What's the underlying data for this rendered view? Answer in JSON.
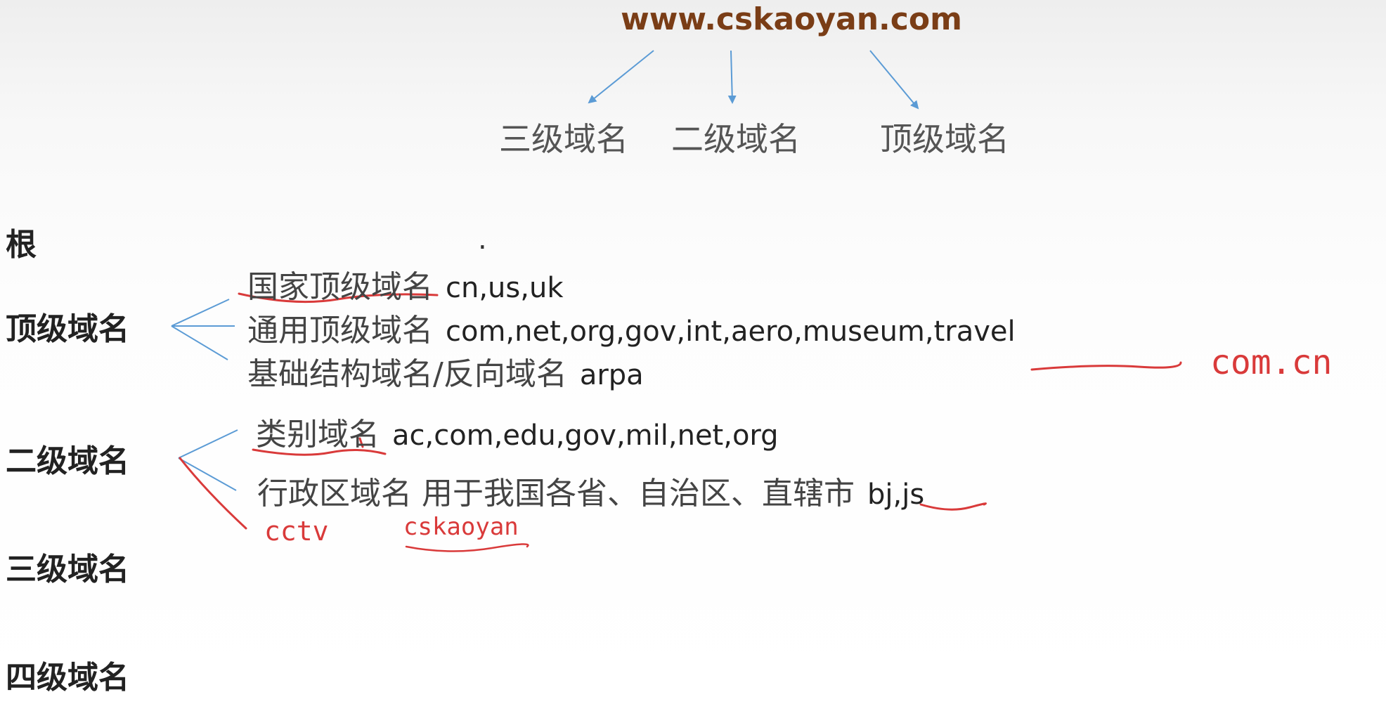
{
  "title": "www.cskaoyan.com",
  "parts": [
    "三级域名",
    "二级域名",
    "顶级域名"
  ],
  "levels": {
    "root": "根",
    "root_symbol": ".",
    "top": "顶级域名",
    "second": "二级域名",
    "third": "三级域名",
    "fourth": "四级域名"
  },
  "top_items": [
    {
      "label": "国家顶级域名",
      "examples": "cn,us,uk"
    },
    {
      "label": "通用顶级域名",
      "examples": "com,net,org,gov,int,aero,museum,travel"
    },
    {
      "label": "基础结构域名/反向域名",
      "examples": "arpa"
    }
  ],
  "second_items": [
    {
      "label": "类别域名",
      "examples": "ac,com,edu,gov,mil,net,org"
    },
    {
      "label": "行政区域名  用于我国各省、自治区、直辖市",
      "examples": "bj,js"
    }
  ],
  "annotations": [
    "com.cn",
    "cctv",
    "cskaoyan"
  ],
  "colors": {
    "title": "#7a3d16",
    "arrows": "#5b9bd5",
    "ink": "#d93a3a"
  }
}
